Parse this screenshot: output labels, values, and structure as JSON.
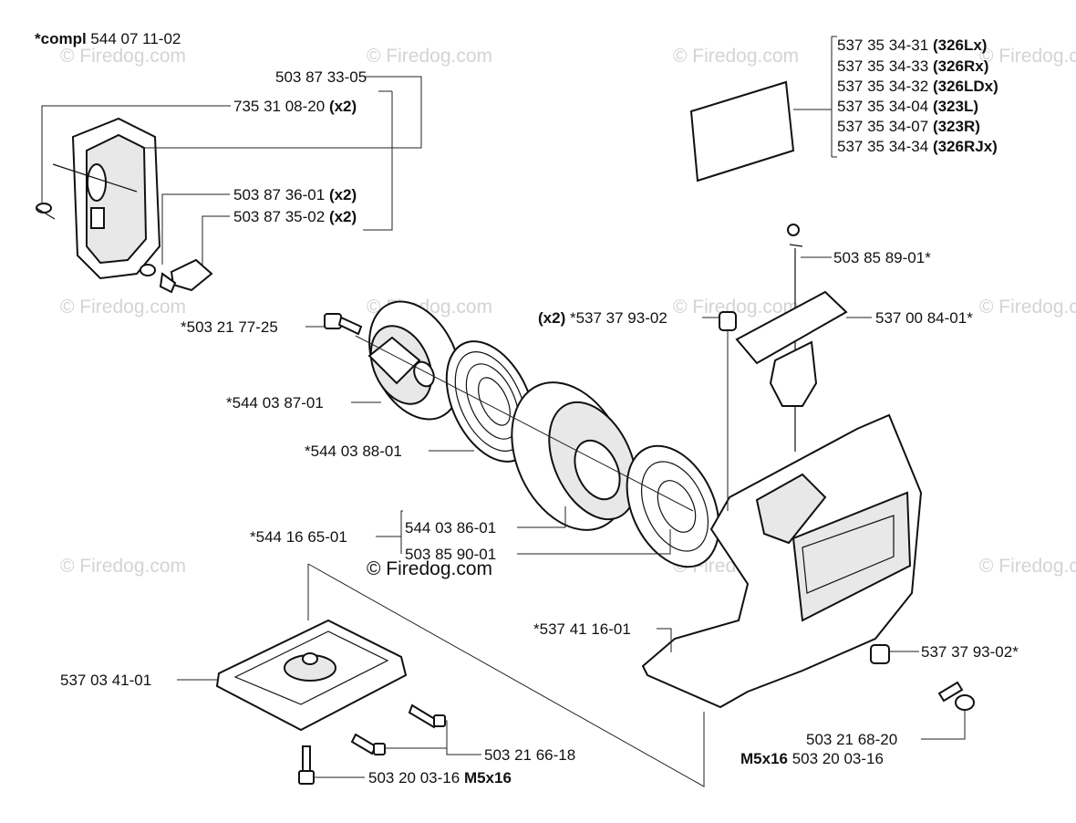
{
  "watermark": "© Firedog.com",
  "labels": {
    "compl_prefix": "*compl",
    "compl_num": "544 07 11-02",
    "p_503873305": "503 87 33-05",
    "p_735310820": "735 31 08-20",
    "x2": "(x2)",
    "p_503873601": "503 87 36-01",
    "p_503873502": "503 87 35-02",
    "p_503217725": "*503 21 77-25",
    "p_544038701": "*544 03 87-01",
    "p_544038801": "*544 03 88-01",
    "p_544166501": "*544 16 65-01",
    "p_544038601": "544 03 86-01",
    "p_503859001": "503 85 90-01",
    "p_537379302s": "*537 37 93-02",
    "p_503858901": "503 85 89-01*",
    "p_537008401": "537 00 84-01*",
    "p_537411601": "*537 41 16-01",
    "p_537379302": "537 37 93-02*",
    "p_537034101": "537 03 41-01",
    "p_503216618": "503 21 66-18",
    "p_503216820": "503 21 68-20",
    "m5x16": "M5x16",
    "p_503200316": "503 20 03-16",
    "decal_items": [
      {
        "num": "537 35 34-31",
        "model": "(326Lx)"
      },
      {
        "num": "537 35 34-33",
        "model": "(326Rx)"
      },
      {
        "num": "537 35 34-32",
        "model": "(326LDx)"
      },
      {
        "num": "537 35 34-04",
        "model": "(323L)"
      },
      {
        "num": "537 35 34-07",
        "model": "(323R)"
      },
      {
        "num": "537 35 34-34",
        "model": "(326RJx)"
      }
    ]
  }
}
